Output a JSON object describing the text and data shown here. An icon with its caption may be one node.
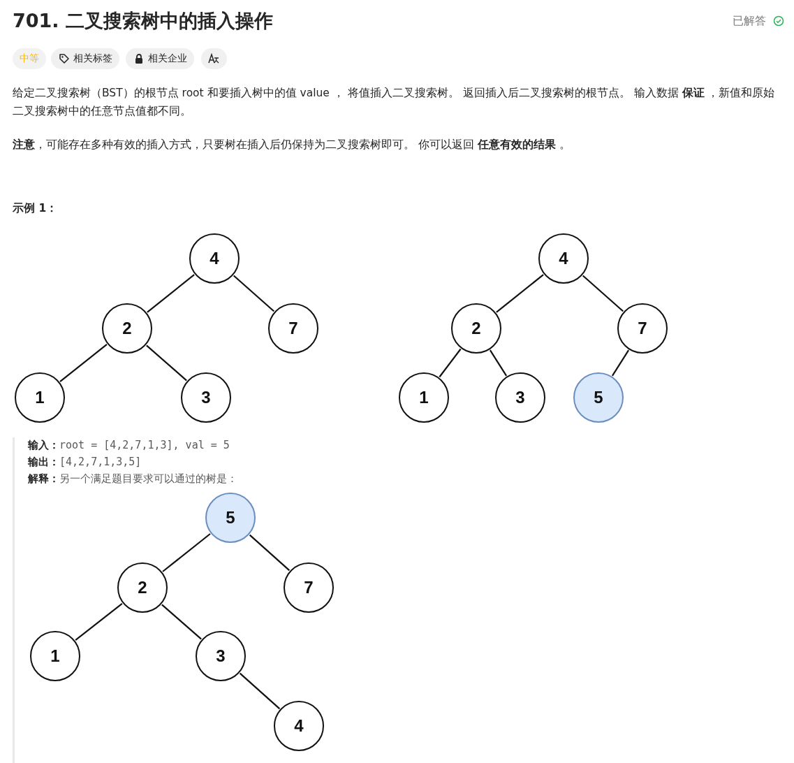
{
  "diagram": {
    "title": "701. 二叉搜索树中的插入操作",
    "nodes": [
      {
        "text": [
          "4"
        ]
      },
      {
        "text": [
          "2"
        ]
      },
      {
        "text": [
          "7"
        ]
      },
      {
        "text": [
          "1"
        ]
      },
      {
        "text": [
          "3"
        ]
      },
      {
        "text": [
          "4"
        ]
      },
      {
        "text": [
          "2"
        ]
      },
      {
        "text": [
          "7"
        ]
      },
      {
        "text": [
          "1"
        ]
      },
      {
        "text": [
          "3"
        ]
      },
      {
        "text": [
          "5"
        ]
      },
      {
        "text": [
          "5"
        ]
      },
      {
        "text": [
          "2"
        ]
      },
      {
        "text": [
          "7"
        ]
      },
      {
        "text": [
          "1"
        ]
      },
      {
        "text": [
          "3"
        ]
      },
      {
        "text": [
          "4"
        ]
      }
    ],
    "edges": [
      {
        "from": 0,
        "to": 1,
        "arrow": "none"
      },
      {
        "from": 0,
        "to": 2,
        "arrow": "none"
      },
      {
        "from": 1,
        "to": 3,
        "arrow": "none"
      },
      {
        "from": 1,
        "to": 4,
        "arrow": "none"
      },
      {
        "from": 5,
        "to": 6,
        "arrow": "none"
      },
      {
        "from": 5,
        "to": 7,
        "arrow": "none"
      },
      {
        "from": 6,
        "to": 8,
        "arrow": "none"
      },
      {
        "from": 6,
        "to": 9,
        "arrow": "none"
      },
      {
        "from": 7,
        "to": 10,
        "arrow": "none"
      },
      {
        "from": 11,
        "to": 12,
        "arrow": "none"
      },
      {
        "from": 11,
        "to": 13,
        "arrow": "none"
      },
      {
        "from": 12,
        "to": 14,
        "arrow": "none"
      },
      {
        "from": 12,
        "to": 15,
        "arrow": "none"
      },
      {
        "from": 15,
        "to": 16,
        "arrow": "none"
      }
    ],
    "labels": [
      "已解答",
      "中等",
      "相关标签",
      "相关企业",
      "给定二叉搜索树（BST）的根节点 root 和要插入树中的值 value ， 将值插入二叉搜索树。 返回插入后二叉搜索树的根节点。 输入数据 **保证** ，新值和原始二叉搜索树中的任意节点值都不同。",
      "**注意**，可能存在多种有效的插入方式，只要树在插入后仍保持为二叉搜索树即可。 你可以返回 **任意有效的结果** 。",
      "示例 1：",
      "**输入：**root = [4,2,7,1,3], val = 5",
      "**输出：**[4,2,7,1,3,5]",
      "**解释：**另一个满足题目要求可以通过的树是："
    ]
  }
}
